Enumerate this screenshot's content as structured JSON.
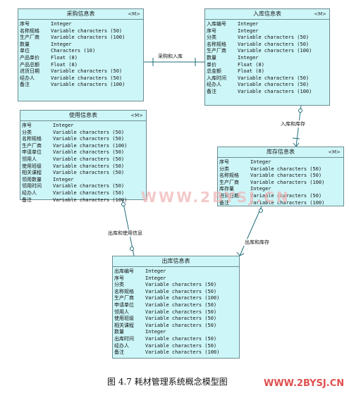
{
  "entities": {
    "purchase": {
      "title": "采购信息表",
      "mark": "<M>",
      "rows": [
        [
          "序号",
          "Integer"
        ],
        [
          "名称规格",
          "Variable characters (50)"
        ],
        [
          "生产厂商",
          "Variable characters (100)"
        ],
        [
          "数量",
          "Integer"
        ],
        [
          "单位",
          "Characters (10)"
        ],
        [
          "产品单价",
          "Float (8)"
        ],
        [
          "产品总额",
          "Float (8)"
        ],
        [
          "进货日期",
          "Variable characters (50)"
        ],
        [
          "经办人",
          "Variable characters (50)"
        ],
        [
          "备注",
          "Variable characters (100)"
        ]
      ]
    },
    "inbound": {
      "title": "入库信息表",
      "mark": "<M>",
      "rows": [
        [
          "入库编号",
          "Integer"
        ],
        [
          "序号",
          "Integer"
        ],
        [
          "分类",
          "Variable characters (50)"
        ],
        [
          "名称规格",
          "Variable characters (50)"
        ],
        [
          "生产厂商",
          "Variable characters (100)"
        ],
        [
          "数量",
          "Integer"
        ],
        [
          "单价",
          "Float (8)"
        ],
        [
          "总金额",
          "Float (8)"
        ],
        [
          "入库时间",
          "Variable characters (50)"
        ],
        [
          "经办人",
          "Variable characters (50)"
        ],
        [
          "备注",
          "Variable characters (100)"
        ]
      ]
    },
    "usage": {
      "title": "使用信息表",
      "mark": "<M>",
      "rows": [
        [
          "序号",
          "Integer"
        ],
        [
          "分类",
          "Variable characters (50)"
        ],
        [
          "名称规格",
          "Variable characters (50)"
        ],
        [
          "生产厂商",
          "Variable characters (100)"
        ],
        [
          "申请单位",
          "Variable characters (50)"
        ],
        [
          "领用人",
          "Variable characters (50)"
        ],
        [
          "使用班级",
          "Variable characters (50)"
        ],
        [
          "相关课程",
          "Variable characters (50)"
        ],
        [
          "领用数量",
          "Integer"
        ],
        [
          "领用时间",
          "Variable characters (50)"
        ],
        [
          "经办人",
          "Variable characters (50)"
        ],
        [
          "备注",
          "Variable characters (100)"
        ]
      ]
    },
    "stock": {
      "title": "库存信息表",
      "mark": "<M>",
      "rows": [
        [
          "序号",
          "Integer"
        ],
        [
          "分类",
          "Variable characters (50)"
        ],
        [
          "名称规格",
          "Variable characters (50)"
        ],
        [
          "生产厂商",
          "Variable characters (100)"
        ],
        [
          "库存量",
          "Integer"
        ],
        [
          "进货日期",
          "Variable characters (50)"
        ],
        [
          "备注",
          "Variable characters (100)"
        ]
      ]
    },
    "outbound": {
      "title": "出库信息表",
      "mark": "",
      "rows": [
        [
          "出库编号",
          "Integer"
        ],
        [
          "序号",
          "Integer"
        ],
        [
          "分类",
          "Variable characters (50)"
        ],
        [
          "名称规格",
          "Variable characters (50)"
        ],
        [
          "生产厂商",
          "Variable characters (100)"
        ],
        [
          "申请单位",
          "Variable characters (50)"
        ],
        [
          "领用人",
          "Variable characters (50)"
        ],
        [
          "使用班级",
          "Variable characters (50)"
        ],
        [
          "相关课程",
          "Variable characters (50)"
        ],
        [
          "数量",
          "Integer"
        ],
        [
          "出库时间",
          "Variable characters (50)"
        ],
        [
          "经办人",
          "Variable characters (50)"
        ],
        [
          "备注",
          "Variable characters (100)"
        ]
      ]
    }
  },
  "relationships": {
    "purchase_inbound": "采购和入库",
    "inbound_stock": "入库和库存",
    "usage_outbound": "出库和使用信息",
    "stock_outbound": "出库和库存"
  },
  "caption": "图 4.7  耗材管理系统概念模型图",
  "watermark": {
    "center": "WWW.2BYSJ.CN",
    "corner": "WWW.2BYSJ.CN"
  }
}
